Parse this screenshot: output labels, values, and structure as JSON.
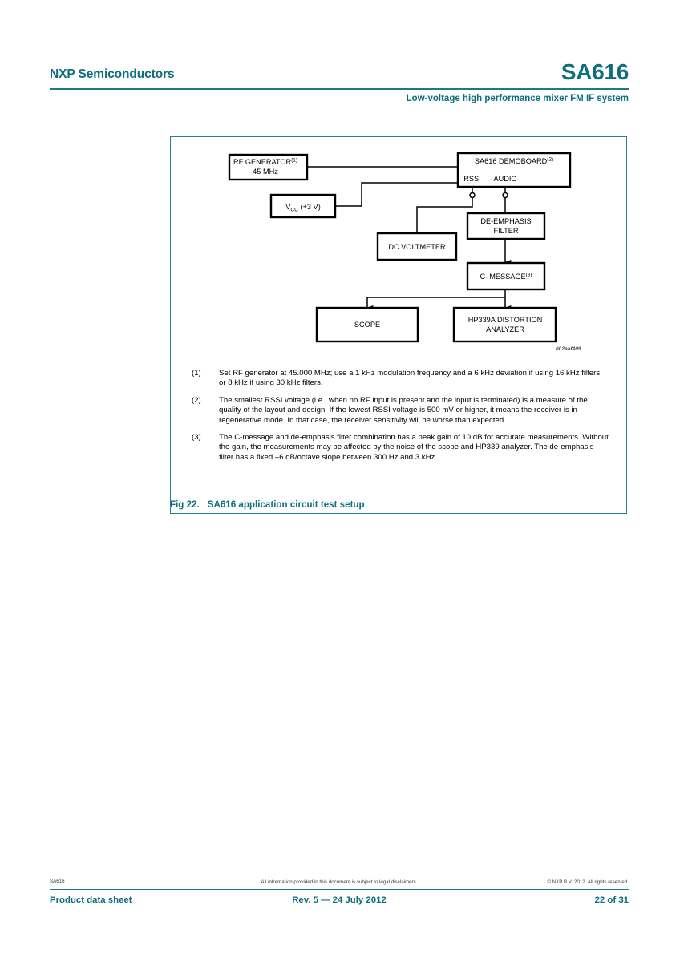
{
  "header": {
    "company": "NXP Semiconductors",
    "part_number": "SA616",
    "subtitle": "Low-voltage high performance mixer FM IF system",
    "accent_color": "#0d6e7d",
    "rule_color": "#1a7b86"
  },
  "figure": {
    "id_code": "002aaf409",
    "caption_label": "Fig 22.",
    "caption_text": "SA616 application circuit test setup",
    "border_color": "#2a7f8c",
    "blocks": [
      {
        "name": "rf-generator",
        "line1": "RF GENERATOR",
        "sup1": "(1)",
        "line2": "45 MHz"
      },
      {
        "name": "sa616-demoboard",
        "line1": "SA616 DEMOBOARD",
        "sup1": "(2)",
        "terminal_rssi": "RSSI",
        "terminal_audio": "AUDIO"
      },
      {
        "name": "vcc-supply",
        "line1": "V",
        "sub1": "CC",
        "line1b": " (+3 V)"
      },
      {
        "name": "de-emphasis-filter",
        "line1": "DE-EMPHASIS",
        "line2": "FILTER"
      },
      {
        "name": "dc-voltmeter",
        "line1": "DC VOLTMETER"
      },
      {
        "name": "c-message",
        "line1": "C–MESSAGE",
        "sup1": "(3)"
      },
      {
        "name": "scope",
        "line1": "SCOPE"
      },
      {
        "name": "hp339a-distortion-analyzer",
        "line1": "HP339A DISTORTION",
        "line2": "ANALYZER"
      }
    ],
    "notes": [
      {
        "num": "(1)",
        "text": "Set RF generator at 45.000 MHz; use a 1 kHz modulation frequency and a 6 kHz deviation if using 16 kHz filters, or 8 kHz if using 30 kHz filters."
      },
      {
        "num": "(2)",
        "text": "The smallest RSSI voltage (i.e., when no RF input is present and the input is terminated) is a measure of the quality of the layout and design. If the lowest RSSI voltage is 500 mV or higher, it means the receiver is in regenerative mode. In that case, the receiver sensitivity will be worse than expected."
      },
      {
        "num": "(3)",
        "text": "The C-message and de-emphasis filter combination has a peak gain of 10 dB for accurate measurements. Without the gain, the measurements may be affected by the noise of the scope and HP339 analyzer. The de-emphasis filter has a fixed –6 dB/octave slope between 300 Hz and 3 kHz."
      }
    ]
  },
  "footer": {
    "part_tiny": "SA616",
    "disclaimer": "All information provided in this document is subject to legal disclaimers.",
    "copyright": "© NXP B.V. 2012. All rights reserved.",
    "doc_type": "Product data sheet",
    "revision": "Rev. 5 — 24 July 2012",
    "page": "22 of 31"
  }
}
